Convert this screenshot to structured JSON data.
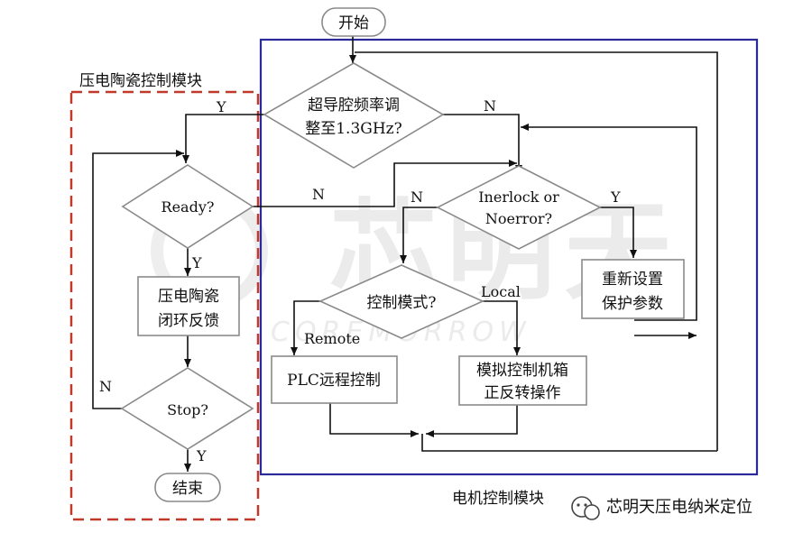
{
  "modules": {
    "piezo_label": "压电陶瓷控制模块",
    "motor_label": "电机控制模块"
  },
  "nodes": {
    "start": "开始",
    "end": "结束",
    "tune_q": [
      "超导腔频率调",
      "整至1.3GHz?"
    ],
    "ready_q": "Ready?",
    "piezo_loop": [
      "压电陶瓷",
      "闭环反馈"
    ],
    "stop_q": "Stop?",
    "interlock_q": [
      "Inerlock or",
      "Noerror?"
    ],
    "reset": [
      "重新设置",
      "保护参数"
    ],
    "mode_q": "控制模式?",
    "plc": "PLC远程控制",
    "manual": [
      "模拟控制机箱",
      "正反转操作"
    ]
  },
  "edges": {
    "y": "Y",
    "n": "N",
    "remote": "Remote",
    "local": "Local"
  },
  "watermark": {
    "logo_text": "芯明天",
    "latin": "COREMORROW"
  },
  "account": "芯明天压电纳米定位",
  "colors": {
    "piezo_border": "#c0392b",
    "motor_border": "#2a2a9a",
    "shape_border": "#8a8a8a",
    "line": "#111111"
  }
}
